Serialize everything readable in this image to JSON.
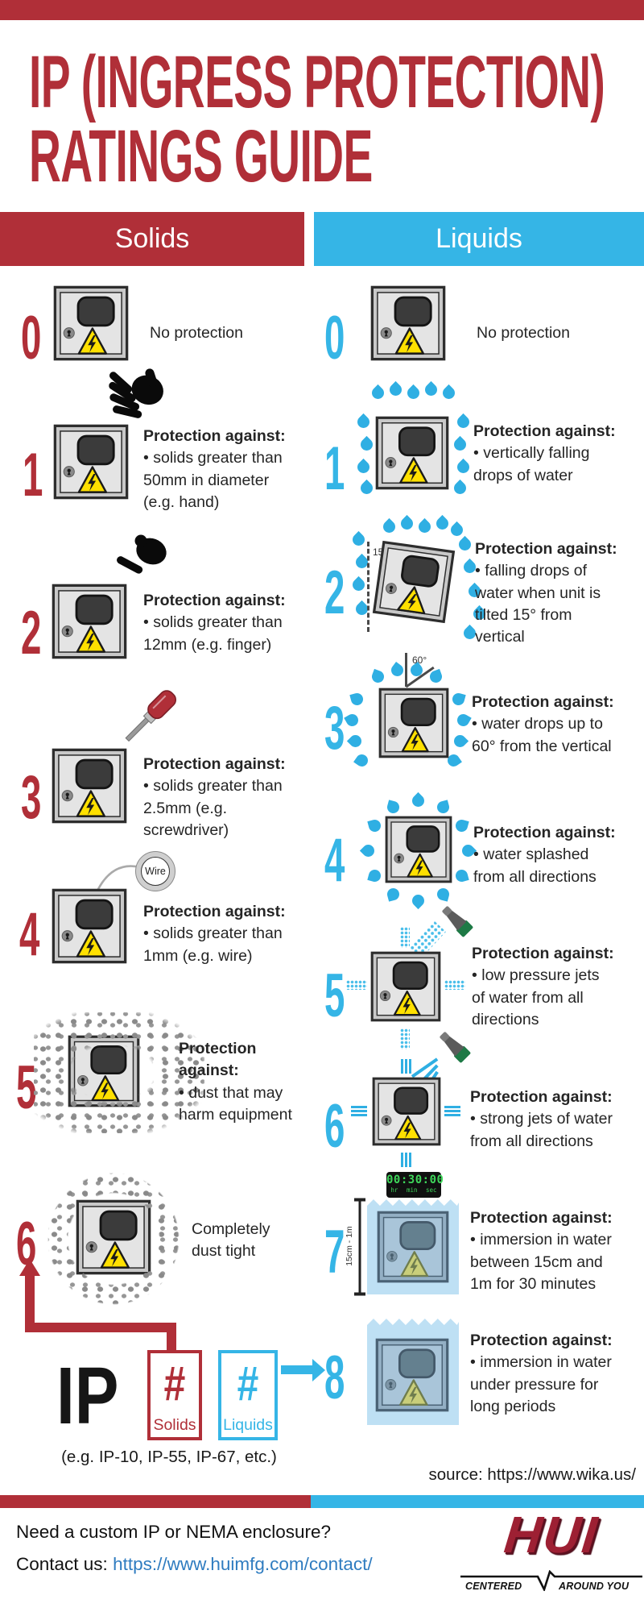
{
  "title": {
    "line1": "IP (INGRESS PROTECTION)",
    "line2": "RATINGS GUIDE"
  },
  "columns": {
    "solids_header": "Solids",
    "liquids_header": "Liquids"
  },
  "solids": {
    "rows": [
      {
        "num": "0",
        "heading": "",
        "body": "No protection"
      },
      {
        "num": "1",
        "heading": "Protection against:",
        "body": "• solids greater than\n50mm in diameter\n(e.g. hand)"
      },
      {
        "num": "2",
        "heading": "Protection against:",
        "body": "• solids greater than\n12mm (e.g. finger)"
      },
      {
        "num": "3",
        "heading": "Protection against:",
        "body": "• solids greater than\n2.5mm (e.g.\nscrewdriver)"
      },
      {
        "num": "4",
        "heading": "Protection against:",
        "body": "• solids greater than\n1mm (e.g. wire)"
      },
      {
        "num": "5",
        "heading": "Protection\nagainst:",
        "body": "• dust that may\nharm equipment"
      },
      {
        "num": "6",
        "heading": "",
        "body": "Completely\ndust tight"
      }
    ],
    "wire_label": "Wire"
  },
  "liquids": {
    "rows": [
      {
        "num": "0",
        "heading": "",
        "body": "No protection"
      },
      {
        "num": "1",
        "heading": "Protection against:",
        "body": "• vertically falling\ndrops of water"
      },
      {
        "num": "2",
        "heading": "Protection against:",
        "body": "• falling drops of\nwater when unit is\ntilted 15° from\nvertical"
      },
      {
        "num": "3",
        "heading": "Protection against:",
        "body": "• water drops up to\n60° from the vertical"
      },
      {
        "num": "4",
        "heading": "Protection against:",
        "body": "• water splashed\nfrom all directions"
      },
      {
        "num": "5",
        "heading": "Protection against:",
        "body": "• low pressure jets\nof water from all\ndirections"
      },
      {
        "num": "6",
        "heading": "Protection against:",
        "body": "• strong jets of water\nfrom all directions"
      },
      {
        "num": "7",
        "heading": "Protection against:",
        "body": "• immersion in water\nbetween 15cm and\n1m for 30 minutes"
      },
      {
        "num": "8",
        "heading": "Protection against:",
        "body": "• immersion in water\nunder pressure for\nlong periods"
      }
    ],
    "tilt_angle_label": "15°",
    "spray_angle_label": "60°",
    "timer_value": "00:30:00",
    "timer_units": "hr min sec",
    "depth_range_label": "15cm - 1m"
  },
  "ip_diagram": {
    "ip": "IP",
    "solids_hash": "#",
    "solids_label": "Solids",
    "liquids_hash": "#",
    "liquids_label": "Liquids",
    "example": "(e.g. IP-10, IP-55, IP-67, etc.)"
  },
  "source": "source: https://www.wika.us/",
  "footer": {
    "question": "Need a custom IP or NEMA enclosure?",
    "contact_prefix": "Contact us: ",
    "contact_url": "https://www.huimfg.com/contact/",
    "logo_text": "HUI",
    "logo_tagline_left": "CENTERED",
    "logo_tagline_right": "AROUND YOU"
  },
  "colors": {
    "red": "#B02F38",
    "blue": "#35B5E6",
    "link_blue": "#2F7CC0"
  }
}
